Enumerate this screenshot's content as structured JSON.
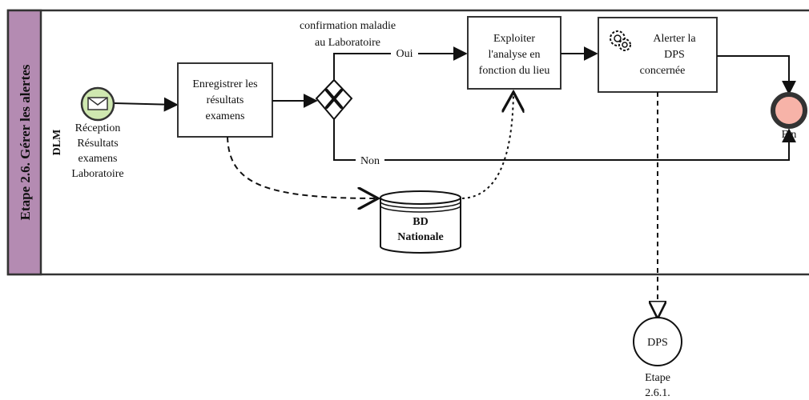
{
  "pool": {
    "title": "Etape 2.6. Gérer les alertes",
    "lane": "DLM",
    "colors": {
      "pool_band": "#b48bb2",
      "border": "#333333"
    }
  },
  "start_event": {
    "label_lines": [
      "Réception",
      "Résultats",
      "examens",
      "Laboratoire"
    ],
    "icon": "envelope-icon",
    "fill": "#cfe8b0",
    "stroke": "#333333"
  },
  "tasks": {
    "enregistrer": {
      "lines": [
        "Enregistrer  les",
        "résultats",
        "examens"
      ]
    },
    "exploiter": {
      "lines": [
        "Exploiter",
        "l'analyse en",
        "fonction du lieu"
      ]
    },
    "alerter": {
      "lines": [
        "Alerter la",
        "DPS",
        "concernée"
      ],
      "icon": "gear-icon"
    }
  },
  "gateway": {
    "question_lines": [
      "confirmation maladie",
      "au  Laboratoire"
    ],
    "yes": "Oui",
    "no": "Non"
  },
  "datastore": {
    "lines": [
      "BD",
      "Nationale"
    ]
  },
  "end_event": {
    "label": "Fin",
    "fill": "#f7b3a8",
    "stroke": "#333333"
  },
  "offpage": {
    "node": "DPS",
    "caption_lines": [
      "Etape",
      "2.6.1."
    ]
  }
}
